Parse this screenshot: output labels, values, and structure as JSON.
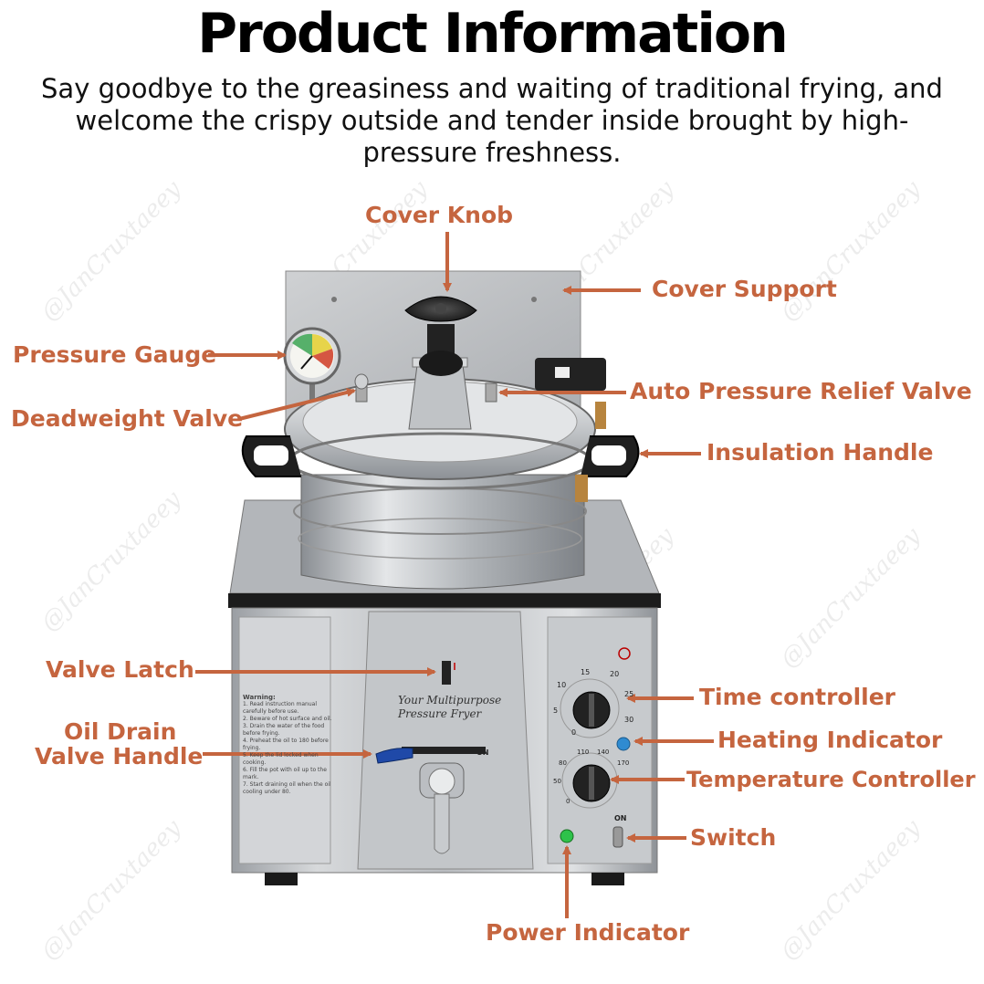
{
  "header": {
    "title": "Product Information",
    "subtitle": "Say goodbye to the greasiness and waiting of traditional frying, and welcome the crispy outside and tender inside brought by high-pressure freshness."
  },
  "callouts": {
    "cover_knob": "Cover Knob",
    "cover_support": "Cover Support",
    "pressure_gauge": "Pressure Gauge",
    "auto_pressure_relief_valve": "Auto Pressure Relief Valve",
    "deadweight_valve": "Deadweight Valve",
    "insulation_handle": "Insulation Handle",
    "valve_latch": "Valve Latch",
    "time_controller": "Time controller",
    "oil_drain_line1": "Oil Drain",
    "oil_drain_line2": "Valve Handle",
    "heating_indicator": "Heating Indicator",
    "temperature_controller": "Temperature Controller",
    "switch": "Switch",
    "power_indicator": "Power Indicator"
  },
  "product": {
    "plate_line1": "Your Multipurpose",
    "plate_line2": "Pressure Fryer",
    "warning_title": "Warning:",
    "warning_lines": [
      "1. Read instruction manual carefully before use.",
      "2. Beware of hot surface and oil.",
      "3. Drain the water of the food before frying.",
      "4. Preheat the oil to 180 before frying.",
      "5. Keep the lid locked when cooking.",
      "6. Fill the pot with oil up to the mark.",
      "7. Start draining oil when the oil cooling under 80."
    ],
    "drain_on_label": "ON",
    "switch_on_label": "ON",
    "timer_ticks": [
      "15",
      "20",
      "10",
      "25",
      "5",
      "30",
      "0"
    ],
    "temp_ticks": [
      "110",
      "140",
      "80",
      "170",
      "50",
      "0"
    ]
  },
  "watermark": "@JanCruxtaeey",
  "colors": {
    "callout": "#c5653f",
    "steel": "#c9cbcd",
    "knob": "#2a2a2a"
  }
}
